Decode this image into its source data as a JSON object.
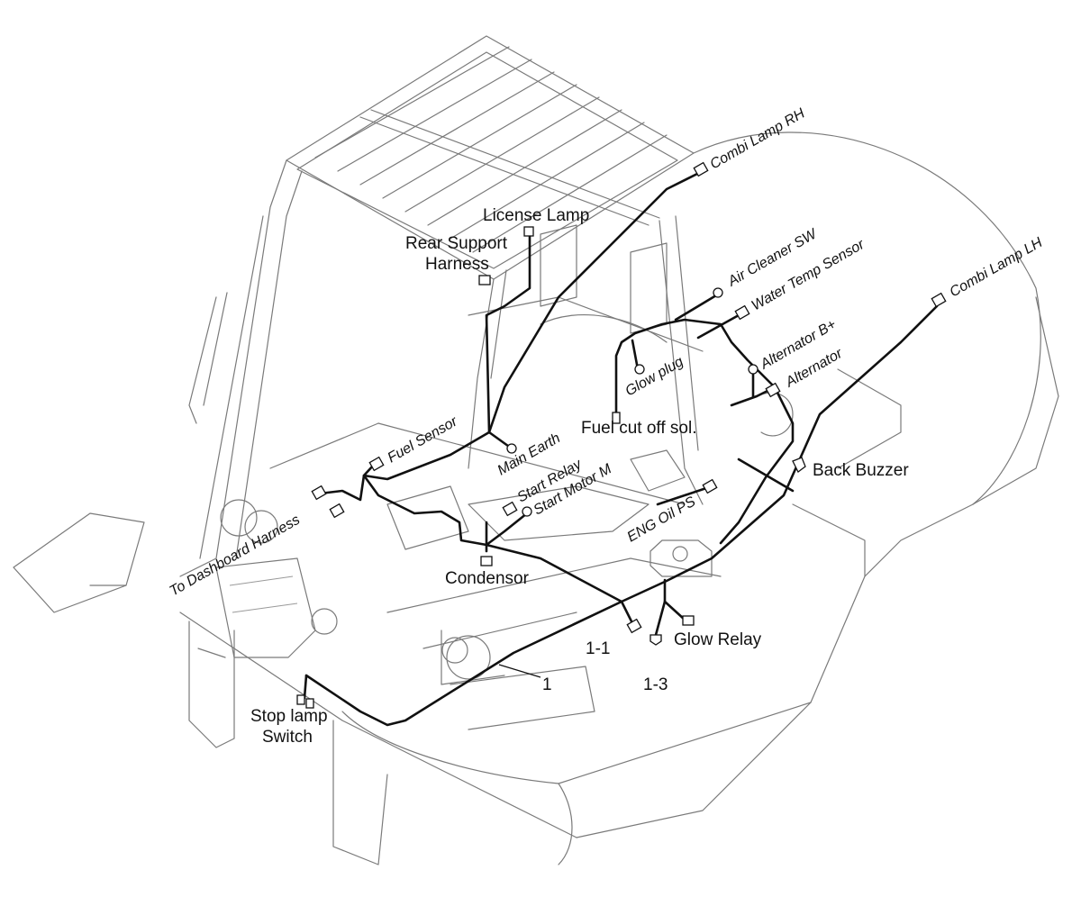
{
  "labels": {
    "combi_lamp_rh": "Combi Lamp RH",
    "license_lamp": "License Lamp",
    "rear_support_harness_1": "Rear Support",
    "rear_support_harness_2": "Harness",
    "air_cleaner_sw": "Air Cleaner SW",
    "water_temp_sensor": "Water Temp Sensor",
    "combi_lamp_lh": "Combi Lamp LH",
    "alternator_b_plus": "Alternator B+",
    "alternator": "Alternator",
    "glow_plug": "Glow plug",
    "fuel_sensor": "Fuel Sensor",
    "fuel_cut_off_sol": "Fuel cut off sol.",
    "main_earth": "Main Earth",
    "back_buzzer": "Back Buzzer",
    "start_relay": "Start Relay",
    "start_motor_m": "Start Motor M",
    "to_dashboard_harness": "To Dashboard Harness",
    "eng_oil_ps": "ENG Oil PS",
    "condensor": "Condensor",
    "glow_relay": "Glow Relay",
    "ref_1_1": "1-1",
    "ref_1": "1",
    "ref_1_3": "1-3",
    "stop_lamp_switch_1": "Stop lamp",
    "stop_lamp_switch_2": "Switch"
  }
}
